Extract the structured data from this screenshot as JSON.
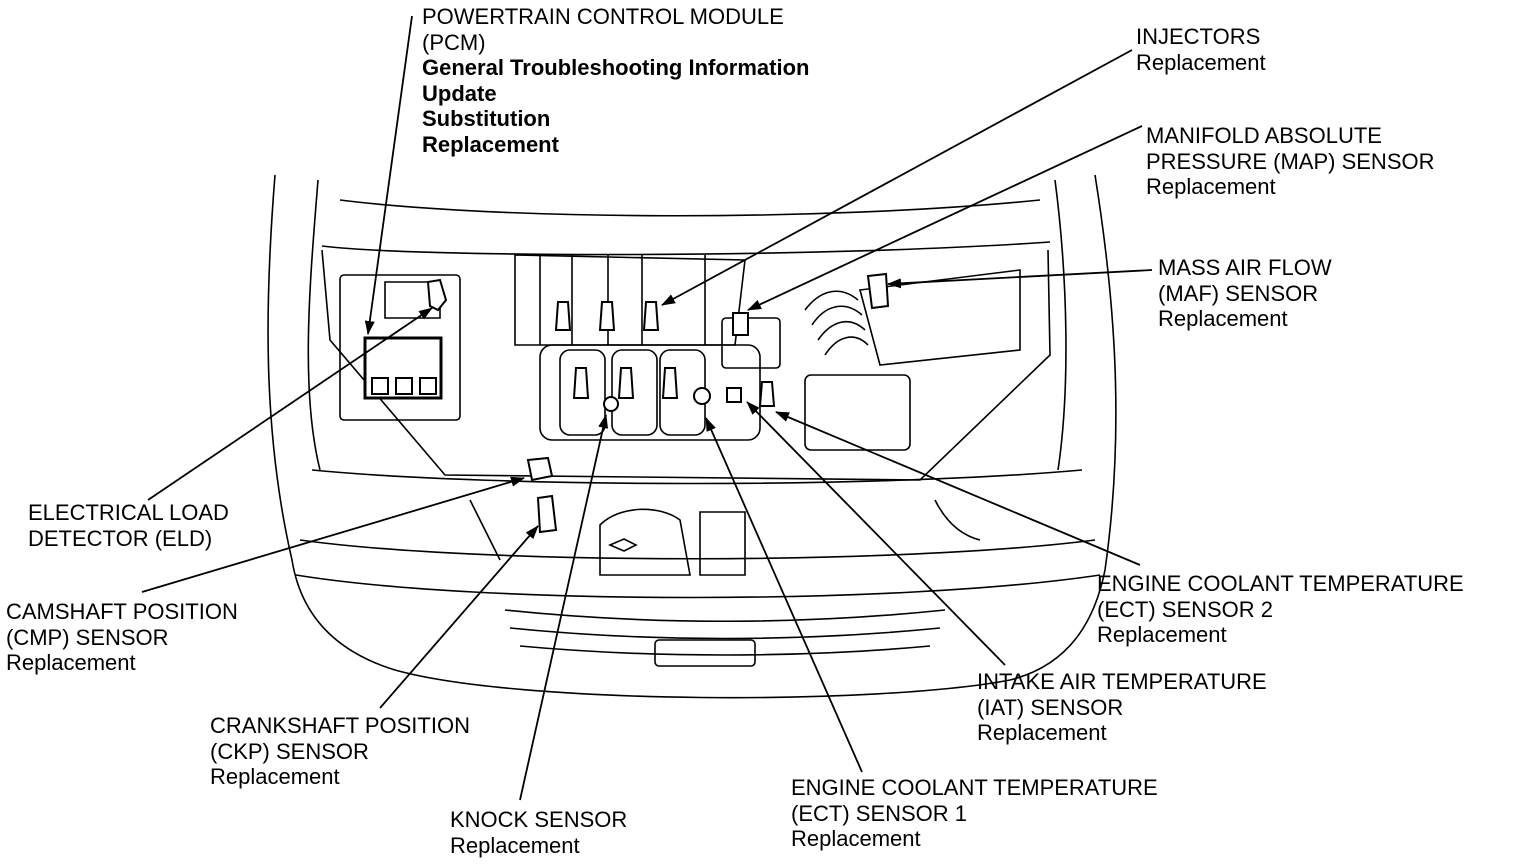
{
  "labels": {
    "pcm": {
      "lines": [
        "POWERTRAIN CONTROL MODULE",
        "(PCM)"
      ],
      "links": [
        "General Troubleshooting Information",
        "Update",
        "Substitution",
        "Replacement"
      ]
    },
    "injectors": {
      "lines": [
        "INJECTORS"
      ],
      "links": [
        "Replacement"
      ]
    },
    "map": {
      "lines": [
        "MANIFOLD ABSOLUTE",
        "PRESSURE (MAP) SENSOR"
      ],
      "links": [
        "Replacement"
      ]
    },
    "maf": {
      "lines": [
        "MASS AIR FLOW",
        "(MAF) SENSOR"
      ],
      "links": [
        "Replacement"
      ]
    },
    "eld": {
      "lines": [
        "ELECTRICAL LOAD",
        "DETECTOR (ELD)"
      ],
      "links": []
    },
    "cmp": {
      "lines": [
        "CAMSHAFT POSITION",
        "(CMP) SENSOR"
      ],
      "links": [
        "Replacement"
      ]
    },
    "ckp": {
      "lines": [
        "CRANKSHAFT POSITION",
        "(CKP) SENSOR"
      ],
      "links": [
        "Replacement"
      ]
    },
    "knock": {
      "lines": [
        "KNOCK SENSOR"
      ],
      "links": [
        "Replacement"
      ]
    },
    "ect1": {
      "lines": [
        "ENGINE COOLANT TEMPERATURE",
        "(ECT) SENSOR 1"
      ],
      "links": [
        "Replacement"
      ]
    },
    "iat": {
      "lines": [
        "INTAKE AIR TEMPERATURE",
        "(IAT) SENSOR"
      ],
      "links": [
        "Replacement"
      ]
    },
    "ect2": {
      "lines": [
        "ENGINE COOLANT TEMPERATURE",
        "(ECT) SENSOR 2"
      ],
      "links": [
        "Replacement"
      ]
    }
  }
}
